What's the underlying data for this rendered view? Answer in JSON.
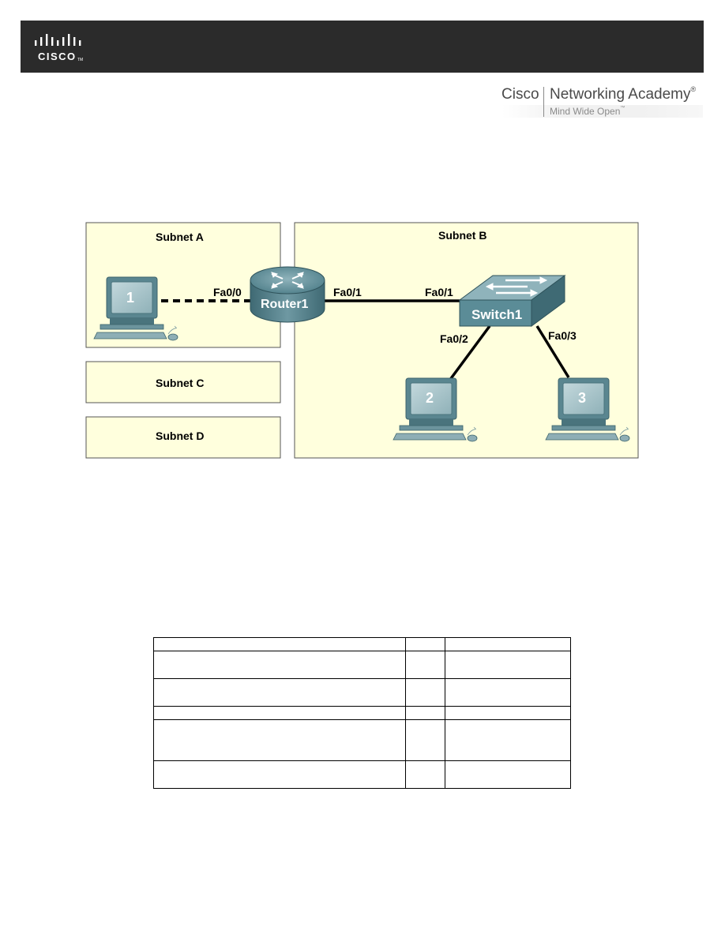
{
  "header": {
    "logo_text": "CISCO",
    "brand_left": "Cisco",
    "brand_right": "Networking Academy",
    "tagline": "Mind Wide Open"
  },
  "topology": {
    "subnets": {
      "a": "Subnet A",
      "b": "Subnet B",
      "c": "Subnet C",
      "d": "Subnet D"
    },
    "router": "Router1",
    "switch": "Switch1",
    "hosts": [
      "1",
      "2",
      "3"
    ],
    "ports": {
      "router_fa00": "Fa0/0",
      "router_fa01": "Fa0/1",
      "switch_fa01": "Fa0/1",
      "switch_fa02": "Fa0/2",
      "switch_fa03": "Fa0/3"
    },
    "colors": {
      "area_fill": "#ffffdd",
      "device_teal": "#5b8c97",
      "host_screen": "#a9c6cc"
    }
  },
  "table": {
    "rows": [
      [
        "",
        "",
        ""
      ],
      [
        "",
        "",
        ""
      ],
      [
        "",
        "",
        ""
      ],
      [
        "",
        "",
        ""
      ],
      [
        "",
        "",
        ""
      ],
      [
        "",
        "",
        ""
      ]
    ]
  }
}
